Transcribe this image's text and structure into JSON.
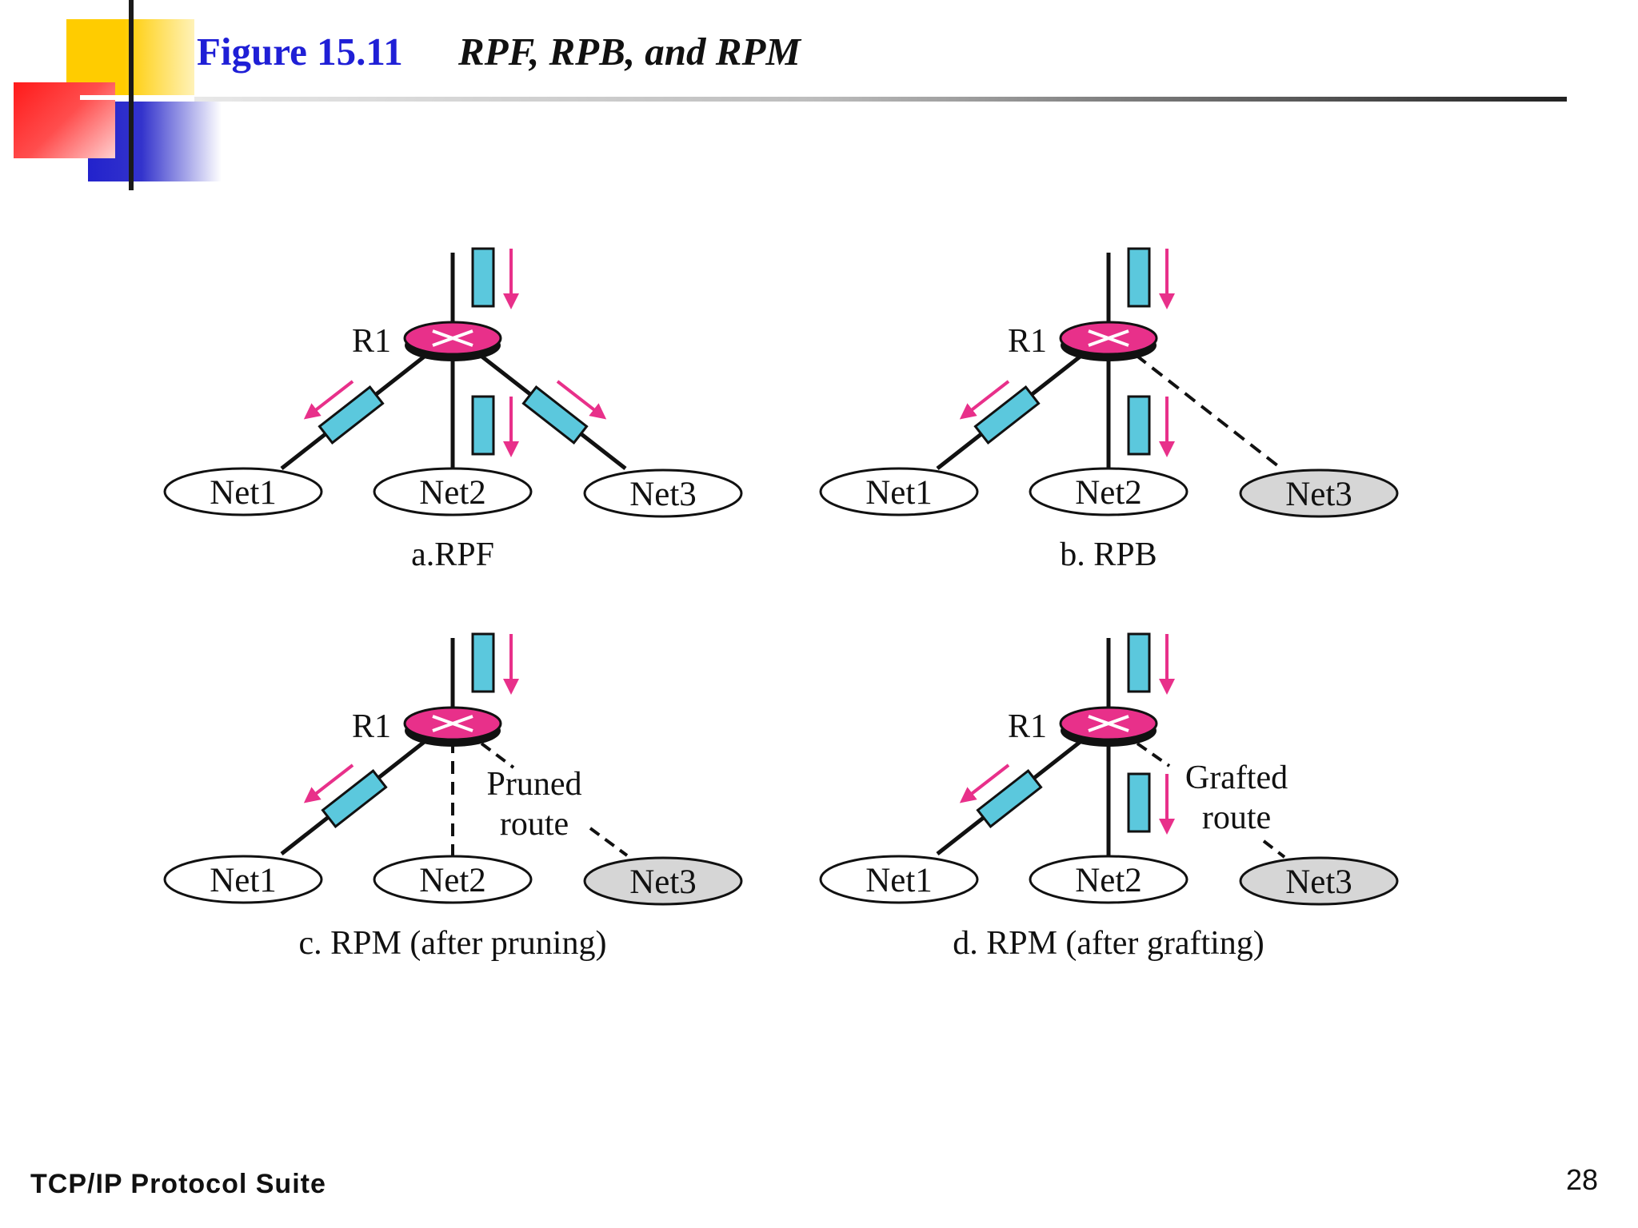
{
  "figure": {
    "number": "Figure 15.11",
    "title": "RPF, RPB, and RPM"
  },
  "colors": {
    "title_blue": "#1f1fd6",
    "router_pink": "#e8308a",
    "packet_cyan": "#5bc8dd",
    "arrow_pink": "#e8308a",
    "pruned_net_fill": "#d6d6d6"
  },
  "panels": [
    {
      "id": "a",
      "caption": "a.RPF",
      "router": "R1",
      "nets": [
        {
          "label": "Net1",
          "pruned": false
        },
        {
          "label": "Net2",
          "pruned": false
        },
        {
          "label": "Net3",
          "pruned": false
        }
      ]
    },
    {
      "id": "b",
      "caption": "b. RPB",
      "router": "R1",
      "nets": [
        {
          "label": "Net1",
          "pruned": false
        },
        {
          "label": "Net2",
          "pruned": false
        },
        {
          "label": "Net3",
          "pruned": true
        }
      ]
    },
    {
      "id": "c",
      "caption": "c. RPM (after pruning)",
      "router": "R1",
      "note_line1": "Pruned",
      "note_line2": "route",
      "nets": [
        {
          "label": "Net1",
          "pruned": false
        },
        {
          "label": "Net2",
          "pruned": false
        },
        {
          "label": "Net3",
          "pruned": true
        }
      ]
    },
    {
      "id": "d",
      "caption": "d. RPM (after grafting)",
      "router": "R1",
      "note_line1": "Grafted",
      "note_line2": "route",
      "nets": [
        {
          "label": "Net1",
          "pruned": false
        },
        {
          "label": "Net2",
          "pruned": false
        },
        {
          "label": "Net3",
          "pruned": true
        }
      ]
    }
  ],
  "footer": {
    "left": "TCP/IP Protocol Suite",
    "page": "28"
  }
}
